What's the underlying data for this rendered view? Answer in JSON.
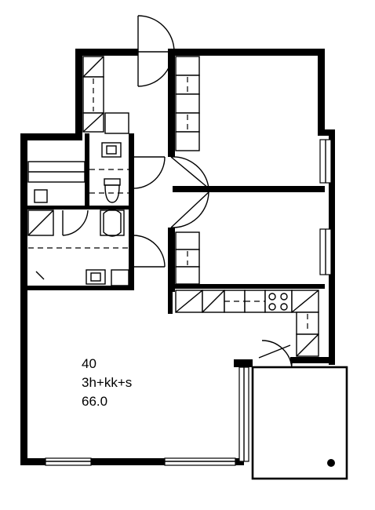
{
  "apartment": {
    "number": "40",
    "type": "3h+kk+s",
    "area": "66.0"
  },
  "colors": {
    "wall": "#000000",
    "background": "#ffffff"
  }
}
